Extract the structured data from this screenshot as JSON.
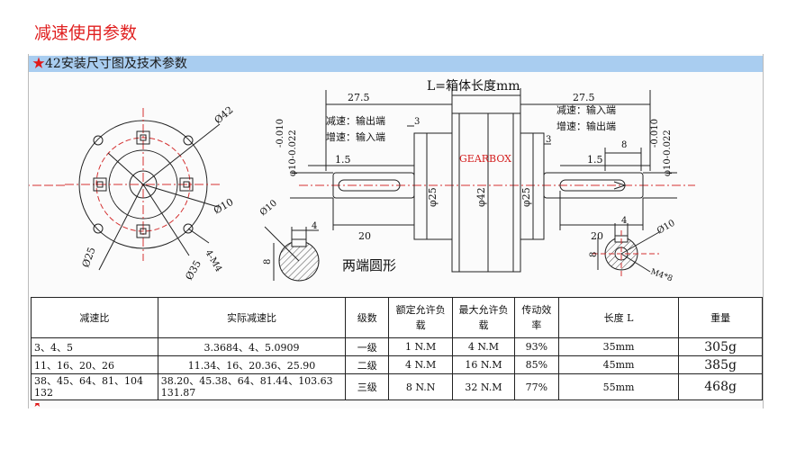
{
  "page_title": "减速使用参数",
  "banner": {
    "star": "★",
    "text": "42安装尺寸图及技术参数"
  },
  "drawing": {
    "left_dims": {
      "dia42": "Ø42",
      "dia10": "Ø10",
      "dia25": "Ø25",
      "dia35": "Ø35",
      "m4": "4-M4"
    },
    "center": {
      "length_label": "L=箱体长度mm",
      "dim_27_5": "27.5",
      "dim_3": "3",
      "dim_1_5": "1.5",
      "dim_20": "20",
      "dim_8": "8",
      "tol_upper": "-0.010",
      "tol_lower": "φ10-0.022",
      "left_reduce": "减速：输出端",
      "left_increase": "增速：输入端",
      "right_reduce": "减速：输入端",
      "right_increase": "增速：输出端",
      "gearbox": "GEARBOX",
      "phi25": "φ25",
      "phi42": "φ42"
    },
    "left_key": {
      "dia": "Ø10",
      "w": "4",
      "h": "8"
    },
    "right_key": {
      "dia": "Ø10",
      "w": "4",
      "h": "8",
      "m": "M4*8"
    },
    "round_label": "两端圆形"
  },
  "table": {
    "headers": [
      "减速比",
      "实际减速比",
      "级数",
      "额定允许负载",
      "最大允许负载",
      "传动效率",
      "长度 L",
      "重量"
    ],
    "rows": [
      [
        "3、4、5",
        "3.3684、4、5.0909",
        "一级",
        "1 N.M",
        "4 N.M",
        "93%",
        "35mm",
        "305g"
      ],
      [
        "11、16、20、26",
        "11.34、16、20.36、25.90",
        "二级",
        "4 N.M",
        "16 N.M",
        "85%",
        "45mm",
        "385g"
      ],
      [
        "38、45、64、81、104 132",
        "38.20、45.38、64、81.44、103.63 131.87",
        "三级",
        "8 N.N",
        "32 N.M",
        "77%",
        "55mm",
        "468g"
      ]
    ]
  },
  "colors": {
    "title_red": "#e02020",
    "banner_blue": "#a9cdf0",
    "gearbox_red": "#d42020",
    "center_line": "#d43030"
  }
}
